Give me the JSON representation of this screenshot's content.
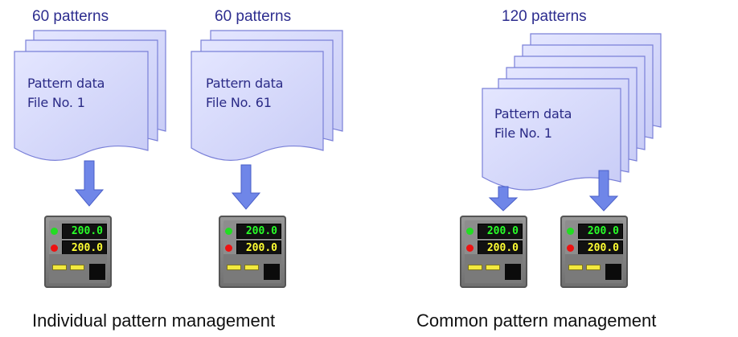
{
  "groups": [
    {
      "count_label": "60 patterns",
      "doc_line1": "Pattern data",
      "doc_line2": "File No. 1",
      "controller": {
        "value1": "200.0",
        "value2": "200.0"
      }
    },
    {
      "count_label": "60 patterns",
      "doc_line1": "Pattern data",
      "doc_line2": "File No. 61",
      "controller": {
        "value1": "200.0",
        "value2": "200.0"
      }
    },
    {
      "count_label": "120 patterns",
      "doc_line1": "Pattern data",
      "doc_line2": "File No. 1",
      "controllers": [
        {
          "value1": "200.0",
          "value2": "200.0"
        },
        {
          "value1": "200.0",
          "value2": "200.0"
        }
      ]
    }
  ],
  "captions": {
    "individual": "Individual pattern management",
    "common": "Common pattern management"
  },
  "colors": {
    "sheet_fill": "#d9ddff",
    "sheet_stroke": "#7a80d8",
    "arrow_fill": "#6f86e8",
    "text_blue": "#2d2d8f",
    "display_green": "#29ff29",
    "display_yellow": "#ffff33",
    "led_green": "#22dd22",
    "led_red": "#ee1111"
  }
}
